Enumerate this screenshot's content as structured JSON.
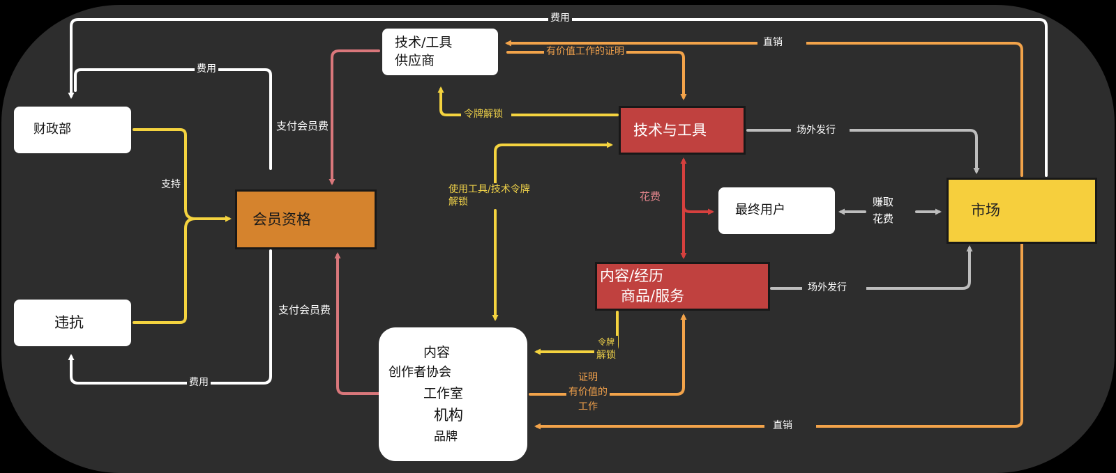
{
  "colors": {
    "panel": "#2d2d2d",
    "white_arrow": "#ffffff",
    "yellow_arrow": "#f4d33f",
    "orange_arrow": "#f2a34a",
    "pink_arrow": "#d9777b",
    "gray_arrow": "#bdbdbd",
    "red_arrow": "#d6403e",
    "red_box": "#c0413f",
    "orange_box": "#d5832d",
    "yellow_box": "#f6cf3d"
  },
  "nodes": {
    "tech_supplier": [
      "技术/工具",
      "供应商"
    ],
    "treasury": "财政部",
    "violation": "违抗",
    "membership": "会员资格",
    "tech_tools": "技术与工具",
    "end_user": "最终用户",
    "market": "市场",
    "content_goods": [
      "内容/经历",
      "商品/服务"
    ],
    "creators": [
      "内容",
      "创作者协会",
      "工作室",
      "机构",
      "品牌"
    ]
  },
  "labels": {
    "fee_top": "费用",
    "fee_left": "费用",
    "fee_bottom": "费用",
    "direct_sales_top": "直销",
    "direct_sales_bottom": "直销",
    "proof_valuable_work": "有价值工作的证明",
    "token_unlock": "令牌解锁",
    "pay_membership_top": "支付会员费",
    "pay_membership_bottom": "支付会员费",
    "support": "支持",
    "use_tools_unlock": [
      "使用工具/技术令牌",
      "解锁"
    ],
    "spend": "花费",
    "offsite_release_1": "场外发行",
    "offsite_release_2": "场外发行",
    "earn_spend": [
      "赚取",
      "花费"
    ],
    "token_unlock_small": [
      "令牌",
      "解锁"
    ],
    "proof_work": [
      "证明",
      "有价值的",
      "工作"
    ]
  }
}
